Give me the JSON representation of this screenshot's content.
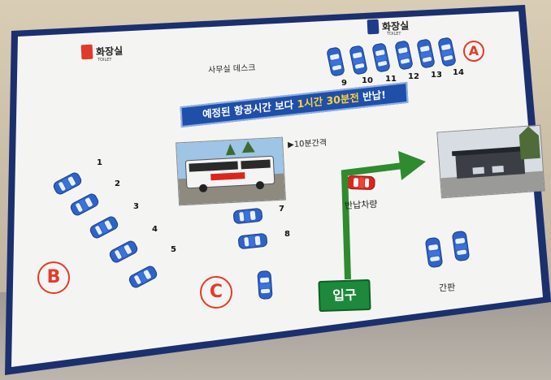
{
  "colors": {
    "board": "#f4f5f3",
    "border": "#1c2f6e",
    "car_blue": "#2f63c8",
    "car_red": "#d9261f",
    "arrow_green": "#2e8b2e",
    "banner_blue": "#1f4fa8",
    "circle_red": "#e63a2a"
  },
  "restroom_left": {
    "label": "화장실",
    "sub": "TOILET",
    "icon": "woman-restroom-icon"
  },
  "restroom_right": {
    "label": "화장실",
    "sub": "TOILET",
    "icon": "man-restroom-icon"
  },
  "office_desk": "사무실 데스크",
  "banner": {
    "pre": "예정된 항공시간 보다 ",
    "highlight": "1시간 30분전",
    "post": " 반납!"
  },
  "shuttle": {
    "interval": "▶10분간격",
    "photo": "shuttle-bus-photo"
  },
  "zones": {
    "a": "A",
    "b": "B",
    "c": "C"
  },
  "zone_a_numbers": [
    "9",
    "10",
    "11",
    "12",
    "13",
    "14"
  ],
  "zone_b_numbers": [
    "1",
    "2",
    "3",
    "4",
    "5"
  ],
  "zone_c_numbers": [
    "7",
    "8"
  ],
  "return_car": "반납차량",
  "entrance": "입구",
  "sign": "간판",
  "building_photo": "building-photo"
}
